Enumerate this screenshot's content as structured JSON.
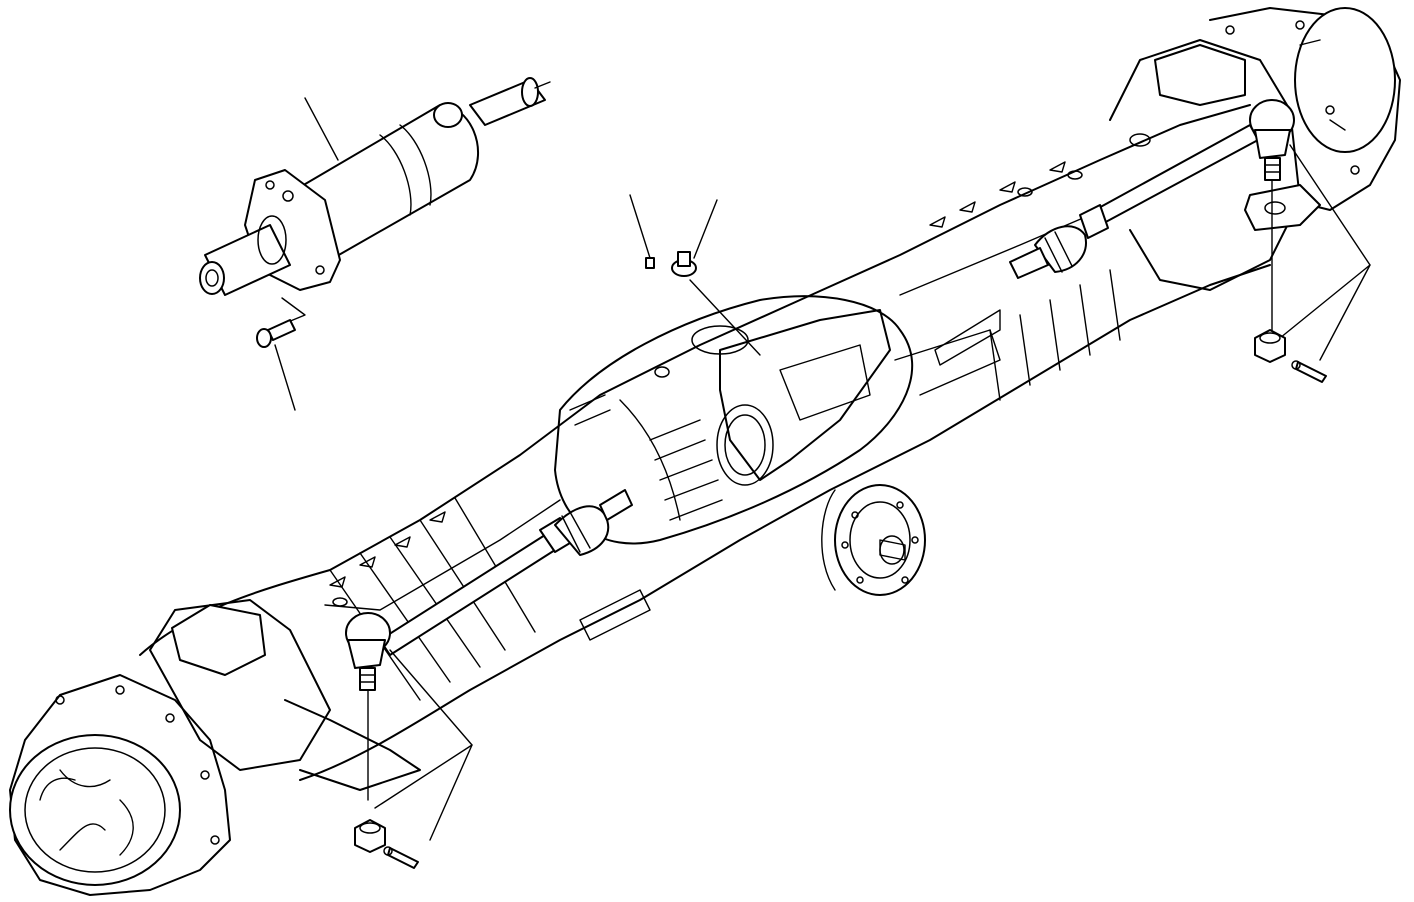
{
  "diagram": {
    "background": "#ffffff",
    "stroke": "#000000",
    "parts": [
      "steering-cylinder",
      "cylinder-mounting-bolt",
      "grease-fitting",
      "breather",
      "axle-housing",
      "differential-housing",
      "input-flange",
      "left-tie-rod",
      "right-tie-rod",
      "left-tie-rod-end",
      "right-tie-rod-end",
      "castle-nut-left",
      "castle-nut-right",
      "cotter-pin-left",
      "cotter-pin-right",
      "left-wheel-hub",
      "right-wheel-hub"
    ]
  }
}
